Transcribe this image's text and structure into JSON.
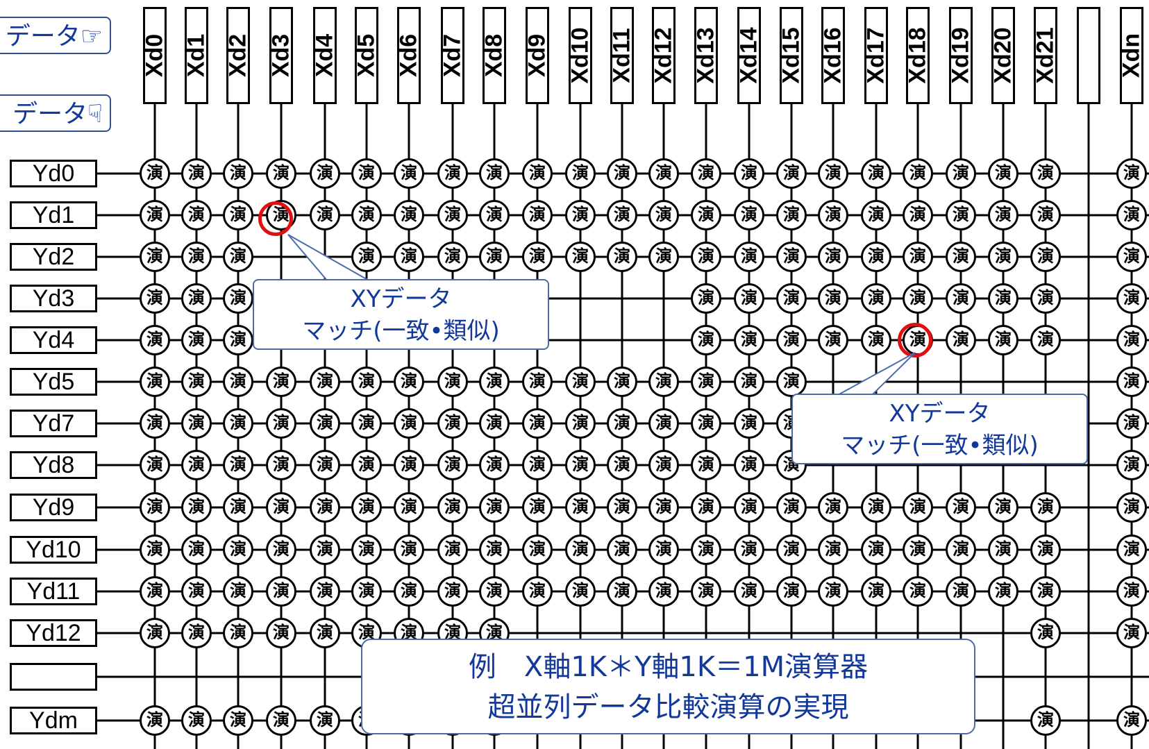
{
  "buttons": {
    "top": "データ☞",
    "bottom": "データ☟"
  },
  "x_headers": [
    "Xd0",
    "Xd1",
    "Xd2",
    "Xd3",
    "Xd4",
    "Xd5",
    "Xd6",
    "Xd7",
    "Xd8",
    "Xd9",
    "Xd10",
    "Xd11",
    "Xd12",
    "Xd13",
    "Xd14",
    "Xd15",
    "Xd16",
    "Xd17",
    "Xd18",
    "Xd19",
    "Xd20",
    "Xd21",
    "",
    "Xdn"
  ],
  "y_headers": [
    "Yd0",
    "Yd1",
    "Yd2",
    "Yd3",
    "Yd4",
    "Yd5",
    "Yd7",
    "Yd8",
    "Yd9",
    "Yd10",
    "Yd11",
    "Yd12",
    "",
    "Ydm"
  ],
  "operator_char": "演",
  "callouts": [
    {
      "line1": "XYデータ",
      "line2": "マッチ(一致•類似)"
    },
    {
      "line1": "XYデータ",
      "line2": "マッチ(一致•類似)"
    }
  ],
  "summary": {
    "line1": "例　X軸1K＊Y軸1K＝1M演算器",
    "line2": "超並列データ比較演算の実現"
  },
  "colors": {
    "highlight": "#e01010",
    "callout_text": "#12389a",
    "callout_border": "#4a6aa8"
  }
}
